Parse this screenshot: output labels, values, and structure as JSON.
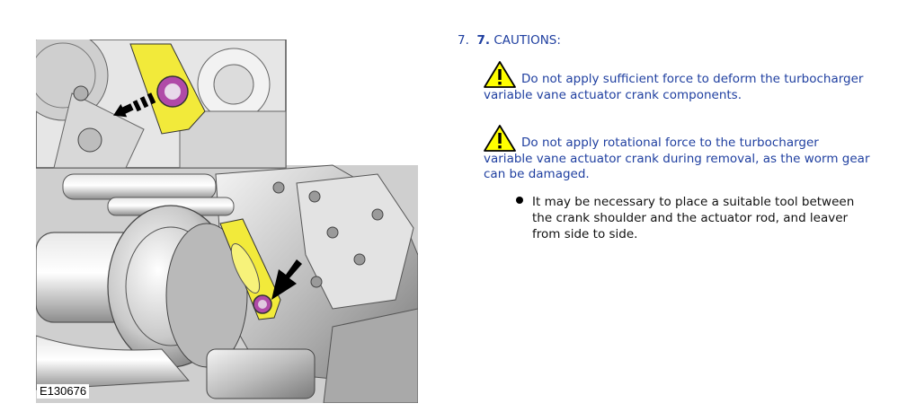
{
  "figure": {
    "id": "E130676"
  },
  "step": {
    "number": "7.",
    "bold_number": "7.",
    "title": "CAUTIONS:"
  },
  "cautions": [
    {
      "icon": "warning-triangle-icon",
      "text": "Do not apply sufficient force to deform the turbocharger variable vane actuator crank components."
    },
    {
      "icon": "warning-triangle-icon",
      "text": "Do not apply rotational force to the turbocharger variable vane actuator crank during removal, as the worm gear can be damaged."
    }
  ],
  "bullets": [
    {
      "text": "It may be necessary to place a suitable tool between the crank shoulder and the actuator rod, and leaver from side to side."
    }
  ],
  "colors": {
    "link_blue": "#1f3fa0",
    "highlight_yellow": "#f2ea3a",
    "highlight_magenta": "#b04aa8"
  }
}
